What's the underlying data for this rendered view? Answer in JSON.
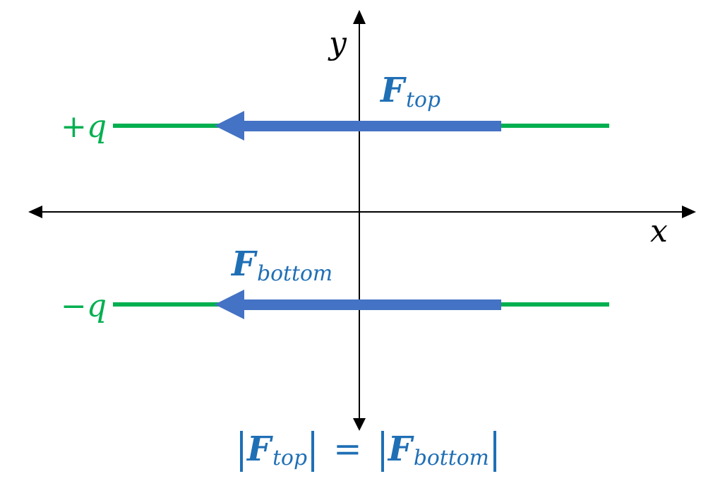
{
  "axes": {
    "x_label": "x",
    "y_label": "y"
  },
  "charges": {
    "top": {
      "label": "+q"
    },
    "bottom": {
      "label": "−q"
    }
  },
  "forces": {
    "top": {
      "symbol": "F",
      "subscript": "top"
    },
    "bottom": {
      "symbol": "F",
      "subscript": "bottom"
    }
  },
  "equation": {
    "lhs_symbol": "F",
    "lhs_subscript": "top",
    "equals": "=",
    "rhs_symbol": "F",
    "rhs_subscript": "bottom"
  },
  "colors": {
    "wire": "#00B050",
    "force": "#4472C4",
    "force_text": "#1F6FB5",
    "axis": "#000000"
  }
}
